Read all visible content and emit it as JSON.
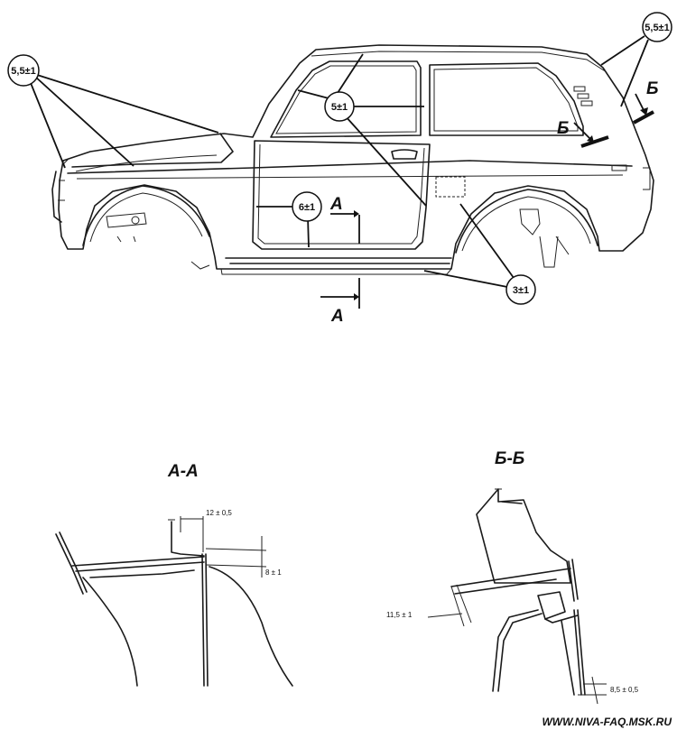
{
  "callouts": {
    "c1": "5,5±1",
    "c2": "5±1",
    "c3": "6±1",
    "c4": "3±1",
    "c5": "5,5±1"
  },
  "section_marks": {
    "a_top": "А",
    "a_bottom": "А",
    "b_left": "Б",
    "b_right": "Б"
  },
  "sections": {
    "aa": {
      "title": "А-А",
      "dim_gap": "12 ± 0,5",
      "dim_flush": "8 ± 1"
    },
    "bb": {
      "title": "Б-Б",
      "dim_gap": "11,5 ± 1",
      "dim_flush": "8,5 ± 0,5"
    }
  },
  "footer": {
    "url": "WWW.NIVA-FAQ.MSK.RU"
  }
}
